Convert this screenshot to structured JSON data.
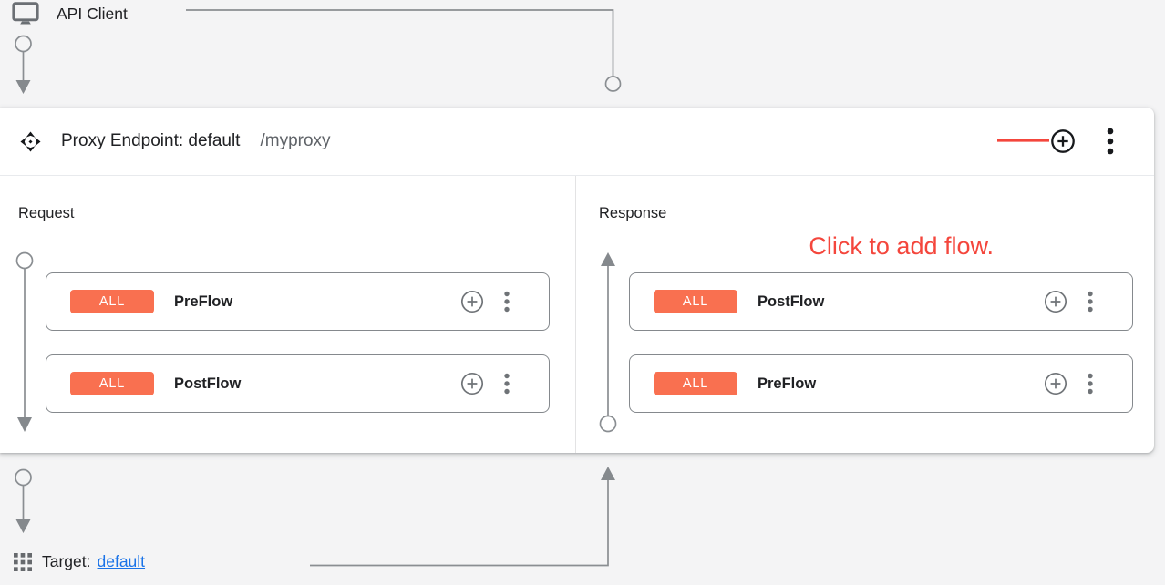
{
  "colors": {
    "badge_orange": "#f97050",
    "annotation_red": "#f4463c",
    "link_blue": "#1a73e8",
    "connector_gray": "#8a8e92",
    "card_background": "#ffffff",
    "page_background": "#f4f4f5"
  },
  "icons": {
    "api_client": "monitor-icon",
    "proxy_endpoint": "move-arrows-icon",
    "add_flow": "plus-circle-icon",
    "menu": "kebab-menu-icon",
    "target": "apps-grid-icon"
  },
  "api_client": {
    "label": "API Client"
  },
  "proxy_endpoint": {
    "title": "Proxy Endpoint: default",
    "path": "/myproxy",
    "annotation": "Click to add flow."
  },
  "request_panel": {
    "title": "Request",
    "flows": [
      {
        "badge": "ALL",
        "name": "PreFlow"
      },
      {
        "badge": "ALL",
        "name": "PostFlow"
      }
    ]
  },
  "response_panel": {
    "title": "Response",
    "flows": [
      {
        "badge": "ALL",
        "name": "PostFlow"
      },
      {
        "badge": "ALL",
        "name": "PreFlow"
      }
    ]
  },
  "target": {
    "label": "Target:",
    "link_text": "default"
  }
}
